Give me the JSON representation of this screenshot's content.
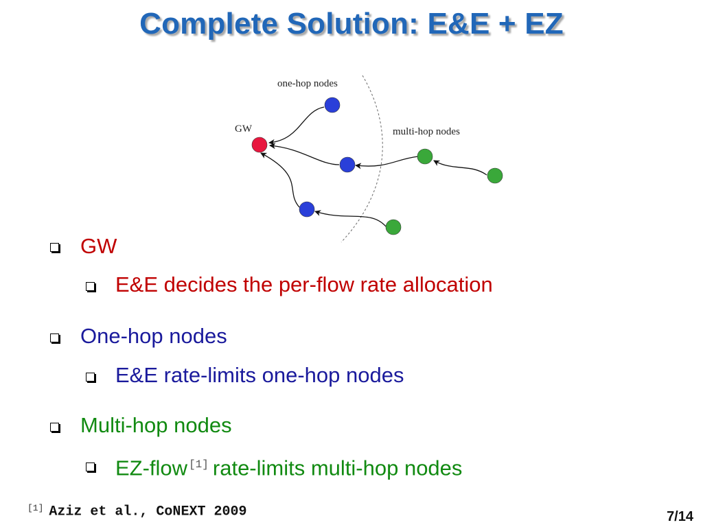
{
  "slide": {
    "title": "Complete Solution: E&E + EZ",
    "page_number": "7/14"
  },
  "diagram": {
    "labels": {
      "gw": "GW",
      "one_hop": "one-hop nodes",
      "multi_hop": "multi-hop nodes"
    },
    "colors": {
      "gateway": "#e8173f",
      "one_hop": "#2a3fd9",
      "multi_hop": "#3aa83a"
    }
  },
  "bullets": {
    "gw": {
      "label": "GW",
      "sub": "E&E decides the per-flow rate allocation"
    },
    "one_hop": {
      "label": "One-hop nodes",
      "sub": "E&E rate-limits one-hop nodes"
    },
    "multi_hop": {
      "label": "Multi-hop nodes",
      "sub_before": "EZ-flow",
      "sub_cite": "[1]",
      "sub_after": "rate-limits multi-hop nodes"
    }
  },
  "footnote": {
    "mark": "[1]",
    "text": "Aziz et al., CoNEXT 2009"
  }
}
